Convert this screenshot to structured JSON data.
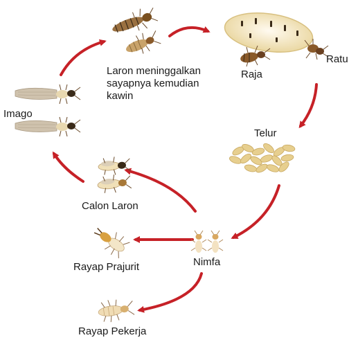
{
  "stages": {
    "laron": {
      "label": "Laron meninggalkan sayapnya kemudian kawin",
      "lines": [
        "Laron meninggalkan",
        "sayapnya kemudian",
        "kawin"
      ]
    },
    "raja": {
      "label": "Raja"
    },
    "ratu": {
      "label": "Ratu"
    },
    "telur": {
      "label": "Telur"
    },
    "nimfa": {
      "label": "Nimfa"
    },
    "calon_laron": {
      "label": "Calon Laron"
    },
    "imago": {
      "label": "Imago"
    },
    "prajurit": {
      "label": "Rayap Prajurit"
    },
    "pekerja": {
      "label": "Rayap Pekerja"
    }
  },
  "colors": {
    "arrow": "#c62127",
    "queen_body": "#f3e6b8",
    "queen_band": "#3a2a18",
    "egg": "#e7cf8f",
    "insect_light": "#f0e0b8",
    "insect_dark": "#8a5a2a",
    "wing": "#d9cdb8"
  }
}
